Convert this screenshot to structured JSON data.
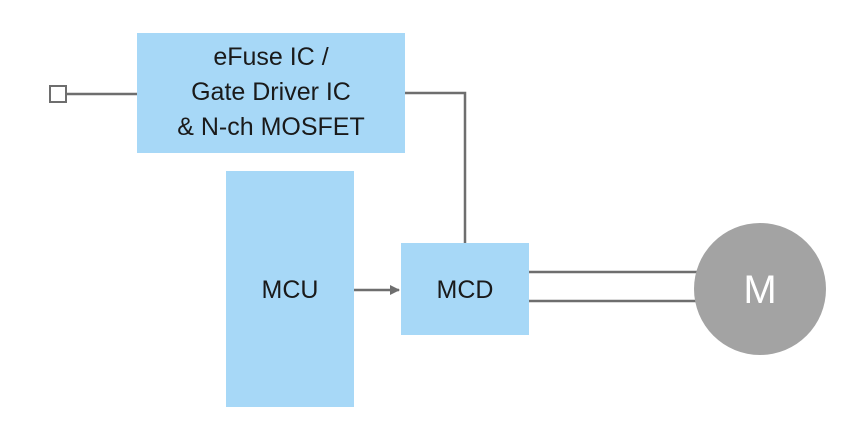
{
  "diagram": {
    "efuse_block": {
      "line1": "eFuse IC /",
      "line2": "Gate Driver IC",
      "line3": "& N-ch MOSFET"
    },
    "mcu_block": {
      "label": "MCU"
    },
    "mcd_block": {
      "label": "MCD"
    },
    "motor": {
      "label": "M"
    },
    "colors": {
      "block_fill": "#a7d8f7",
      "wire": "#6e6e6e",
      "motor_fill": "#a3a3a3"
    }
  }
}
